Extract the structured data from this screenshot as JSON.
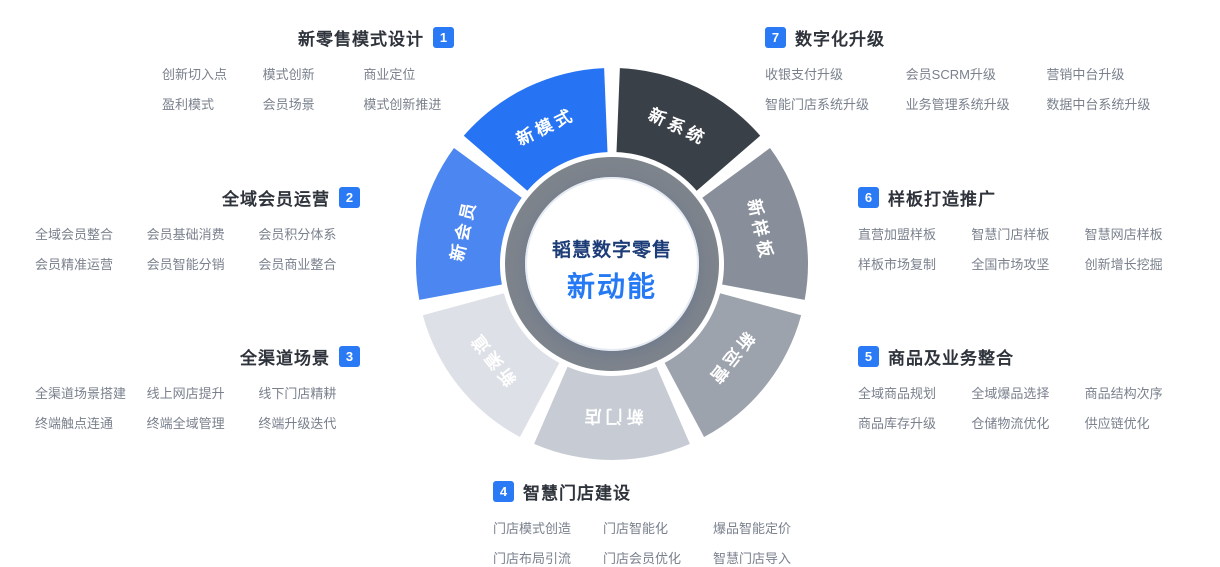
{
  "center": {
    "title": "韬慧数字零售",
    "subtitle": "新动能"
  },
  "accent_color": "#2B7AF5",
  "wheel": {
    "ring_color": "#7E848C",
    "segments": [
      {
        "label": "新模式",
        "color": "#2674F3"
      },
      {
        "label": "新系统",
        "color": "#3A4048"
      },
      {
        "label": "新样板",
        "color": "#898F9A"
      },
      {
        "label": "新运营",
        "color": "#9DA3AD"
      },
      {
        "label": "新门店",
        "color": "#C7CBD3"
      },
      {
        "label": "新渠道",
        "color": "#DDE0E6"
      },
      {
        "label": "新会员",
        "color": "#4C86F0"
      }
    ]
  },
  "sections": [
    {
      "num": "1",
      "title": "新零售模式设计",
      "rows": [
        [
          "创新切入点",
          "模式创新",
          "商业定位"
        ],
        [
          "盈利模式",
          "会员场景",
          "模式创新推进"
        ]
      ]
    },
    {
      "num": "2",
      "title": "全域会员运营",
      "rows": [
        [
          "全域会员整合",
          "会员基础消费",
          "会员积分体系"
        ],
        [
          "会员精准运营",
          "会员智能分销",
          "会员商业整合"
        ]
      ]
    },
    {
      "num": "3",
      "title": "全渠道场景",
      "rows": [
        [
          "全渠道场景搭建",
          "线上网店提升",
          "线下门店精耕"
        ],
        [
          "终端触点连通",
          "终端全域管理",
          "终端升级迭代"
        ]
      ]
    },
    {
      "num": "4",
      "title": "智慧门店建设",
      "rows": [
        [
          "门店模式创造",
          "门店智能化",
          "爆品智能定价"
        ],
        [
          "门店布局引流",
          "门店会员优化",
          "智慧门店导入"
        ]
      ]
    },
    {
      "num": "5",
      "title": "商品及业务整合",
      "rows": [
        [
          "全域商品规划",
          "全域爆品选择",
          "商品结构次序"
        ],
        [
          "商品库存升级",
          "仓储物流优化",
          "供应链优化"
        ]
      ]
    },
    {
      "num": "6",
      "title": "样板打造推广",
      "rows": [
        [
          "直营加盟样板",
          "智慧门店样板",
          "智慧网店样板"
        ],
        [
          "样板市场复制",
          "全国市场攻坚",
          "创新增长挖掘"
        ]
      ]
    },
    {
      "num": "7",
      "title": "数字化升级",
      "rows": [
        [
          "收银支付升级",
          "会员SCRM升级",
          "营销中台升级"
        ],
        [
          "智能门店系统升级",
          "业务管理系统升级",
          "数据中台系统升级"
        ]
      ]
    }
  ]
}
